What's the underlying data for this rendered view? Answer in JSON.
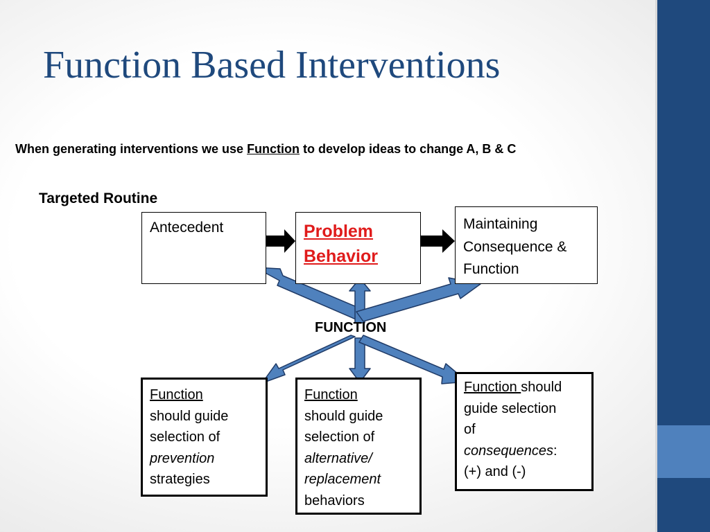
{
  "title": "Function Based Interventions",
  "subtitle": {
    "before": "When generating interventions we use ",
    "emphasis": "Function",
    "after": " to develop ideas to change A, B & C"
  },
  "routine_label": "Targeted Routine",
  "top_boxes": {
    "antecedent": "Antecedent",
    "problem_line1": "Problem",
    "problem_line2": "Behavior",
    "maintaining_line1": "Maintaining",
    "maintaining_line2": "Consequence &",
    "maintaining_line3": "Function"
  },
  "center_label": "FUNCTION",
  "bottom_boxes": {
    "prevention": {
      "lead": "Function",
      "line2": "should guide",
      "line3": "selection of",
      "emph": "prevention",
      "line5": "strategies"
    },
    "alternative": {
      "lead": "Function",
      "line2": "should guide",
      "line3": "selection of",
      "emph1": "alternative/",
      "emph2": "replacement",
      "line6": "behaviors"
    },
    "consequence": {
      "lead": "Function ",
      "rest1": "should",
      "line2": "guide selection",
      "line3": "of",
      "emph": "consequences",
      "colon": ":",
      "line5": "(+) and (-)"
    }
  },
  "colors": {
    "title": "#1f497d",
    "sidebar": "#1f497d",
    "sidebar_accent": "#4f81bd",
    "arrow_fill": "#4f81bd",
    "arrow_stroke": "#1f3a66",
    "problem_text": "#e01b1b"
  }
}
